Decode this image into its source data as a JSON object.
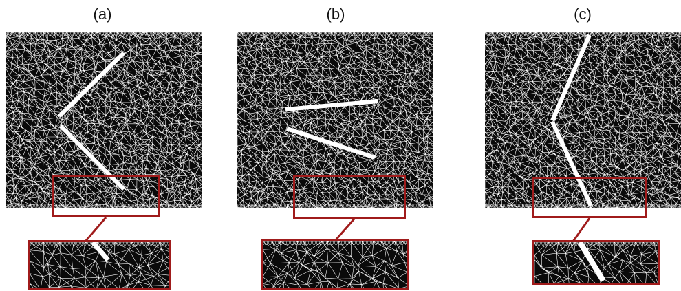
{
  "panels": [
    {
      "label": "(a)"
    },
    {
      "label": "(b)"
    },
    {
      "label": "(c)"
    }
  ],
  "colors": {
    "mesh_bg": "#0a0a0a",
    "mesh_lines": "#ffffff",
    "highlight": "#a01b1b",
    "crack": "#ffffff"
  }
}
